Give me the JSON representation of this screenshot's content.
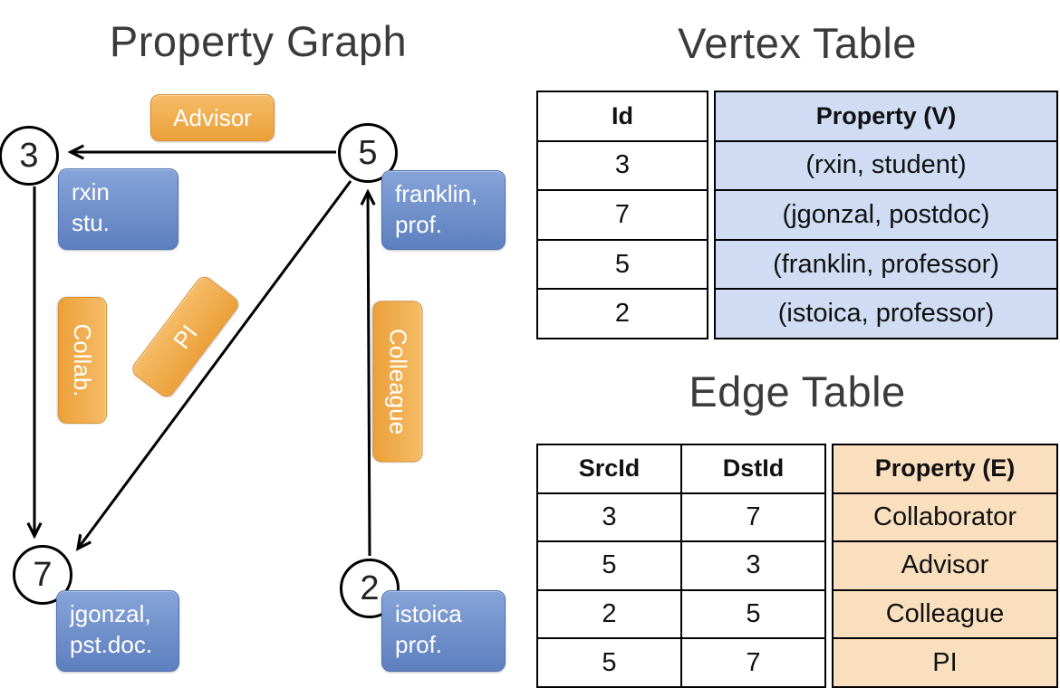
{
  "colors": {
    "vertex_box_blue": "#6f91c9",
    "edge_box_orange": "#efa845",
    "vertex_cell_blue": "#cfdcf3",
    "edge_cell_orange": "#fadfbe",
    "title_text": "#3b3b3b"
  },
  "graph": {
    "title": "Property Graph",
    "nodes": [
      {
        "id": "3"
      },
      {
        "id": "5"
      },
      {
        "id": "7"
      },
      {
        "id": "2"
      }
    ],
    "vertex_properties": [
      {
        "line1": "rxin",
        "line2": "stu."
      },
      {
        "line1": "franklin,",
        "line2": "prof."
      },
      {
        "line1": "jgonzal,",
        "line2": "pst.doc."
      },
      {
        "line1": "istoica",
        "line2": "prof."
      }
    ],
    "edge_labels": [
      {
        "label": "Advisor"
      },
      {
        "label": "Collab."
      },
      {
        "label": "PI"
      },
      {
        "label": "Colleague"
      }
    ]
  },
  "vertex_table": {
    "title": "Vertex Table",
    "headers": {
      "id": "Id",
      "property": "Property (V)"
    },
    "rows": [
      {
        "id": "3",
        "property": "(rxin, student)"
      },
      {
        "id": "7",
        "property": "(jgonzal, postdoc)"
      },
      {
        "id": "5",
        "property": "(franklin, professor)"
      },
      {
        "id": "2",
        "property": "(istoica, professor)"
      }
    ]
  },
  "edge_table": {
    "title": "Edge Table",
    "headers": {
      "src": "SrcId",
      "dst": "DstId",
      "property": "Property (E)"
    },
    "rows": [
      {
        "src": "3",
        "dst": "7",
        "property": "Collaborator"
      },
      {
        "src": "5",
        "dst": "3",
        "property": "Advisor"
      },
      {
        "src": "2",
        "dst": "5",
        "property": "Colleague"
      },
      {
        "src": "5",
        "dst": "7",
        "property": "PI"
      }
    ]
  }
}
